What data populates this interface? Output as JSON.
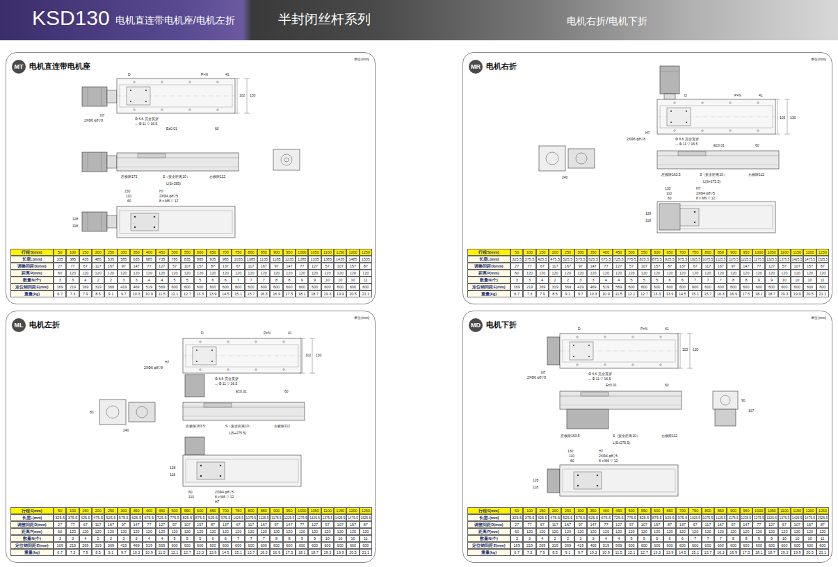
{
  "diagram": {
    "nodes": [
      {
        "text": [
          "KSD130",
          "电机直连带电机座/电机左折",
          "半封闭丝杆系列",
          "电机右折/电机下折"
        ]
      },
      {
        "text": [
          "电机直连带电机座",
          "单位(mm)"
        ]
      },
      {
        "text": [
          "MT"
        ],
        "in": 1
      },
      {
        "text": [
          "电机右折",
          "单位(mm)"
        ]
      },
      {
        "text": [
          "MR"
        ],
        "in": 3
      },
      {
        "text": [
          "电机左折",
          "单位(mm)"
        ]
      },
      {
        "text": [
          "ML"
        ],
        "in": 5
      },
      {
        "text": [
          "电机下折",
          "单位(mm)"
        ]
      },
      {
        "text": [
          "MD"
        ],
        "in": 7
      }
    ],
    "labels": [
      "D",
      "P×N",
      "41",
      "102",
      "130",
      "H7",
      "2XΦ6 φ8▽8",
      "Φ 6.6 完全贯穿",
      "⌴ Φ 11 ▽ 16.5",
      "E±0.01",
      "60",
      "左极限173",
      "S（安全距离10）",
      "右极限112",
      "L(S+285)",
      "130",
      "110",
      "60",
      "H7",
      "2XΦ4 φ8▽5",
      "8 x M6 ▽ 12",
      "128",
      "118",
      "行程S(mm)",
      "50",
      "100",
      "150",
      "200",
      "250",
      "300",
      "350",
      "400",
      "450",
      "500",
      "550",
      "600",
      "650",
      "700",
      "750",
      "800",
      "850",
      "900",
      "950",
      "1000",
      "1050",
      "1100",
      "1150",
      "1200",
      "1250",
      "长度L(mm)",
      "335",
      "385",
      "435",
      "485",
      "535",
      "585",
      "635",
      "685",
      "735",
      "785",
      "835",
      "885",
      "935",
      "985",
      "1035",
      "1085",
      "1135",
      "1185",
      "1235",
      "1285",
      "1335",
      "1385",
      "1435",
      "1485",
      "1535",
      "调整间距D(mm)",
      "27",
      "77",
      "67",
      "117",
      "167",
      "97",
      "147",
      "77",
      "127",
      "57",
      "107",
      "157",
      "87",
      "137",
      "67",
      "117",
      "167",
      "97",
      "147",
      "77",
      "127",
      "57",
      "107",
      "157",
      "87",
      "距离P(mm)",
      "60",
      "120",
      "120",
      "120",
      "120",
      "120",
      "120",
      "120",
      "120",
      "120",
      "120",
      "120",
      "120",
      "120",
      "120",
      "120",
      "120",
      "120",
      "120",
      "120",
      "120",
      "120",
      "120",
      "120",
      "120",
      "数量N(个)",
      "3",
      "3",
      "4",
      "2",
      "2",
      "3",
      "3",
      "4",
      "4",
      "5",
      "5",
      "5",
      "6",
      "6",
      "7",
      "7",
      "7",
      "8",
      "8",
      "9",
      "9",
      "10",
      "10",
      "10",
      "11",
      "定位销间距E(mm)",
      "169",
      "219",
      "269",
      "319",
      "369",
      "419",
      "469",
      "519",
      "569",
      "600",
      "600",
      "600",
      "600",
      "600",
      "600",
      "600",
      "600",
      "600",
      "600",
      "600",
      "600",
      "600",
      "600",
      "600",
      "600",
      "重量(kg)",
      "6.7",
      "7.3",
      "7.9",
      "8.5",
      "9.1",
      "9.7",
      "10.3",
      "10.9",
      "11.5",
      "12.1",
      "12.7",
      "13.3",
      "13.9",
      "14.5",
      "15.1",
      "15.7",
      "16.3",
      "16.9",
      "17.5",
      "18.1",
      "18.7",
      "19.3",
      "19.9",
      "20.5",
      "21.1",
      "D",
      "P×N",
      "41",
      "102",
      "130",
      "H7",
      "2XΦ6 φ8▽8",
      "Φ 6.6 完全贯穿",
      "⌴ Φ 11 ▽ 16.5",
      "E±0.01",
      "60",
      "左极限163.5",
      "S（安全距离10）",
      "右极限112",
      "L(S+275.5)",
      "240",
      "130",
      "110",
      "60",
      "H7",
      "2XΦ4 φ8▽5",
      "8 x M6 ▽ 12",
      "128",
      "118",
      "行程S(mm)",
      "50",
      "100",
      "150",
      "200",
      "250",
      "300",
      "350",
      "400",
      "450",
      "500",
      "550",
      "600",
      "650",
      "700",
      "750",
      "800",
      "850",
      "900",
      "950",
      "1000",
      "1050",
      "1100",
      "1150",
      "1200",
      "1250",
      "长度L(mm)",
      "325.5",
      "375.5",
      "425.5",
      "475.5",
      "525.5",
      "575.5",
      "625.5",
      "675.5",
      "725.5",
      "775.5",
      "825.5",
      "875.5",
      "925.5",
      "975.5",
      "1025.5",
      "1075.5",
      "1125.5",
      "1175.5",
      "1225.5",
      "1275.5",
      "1325.5",
      "1375.5",
      "1425.5",
      "1475.5",
      "1525.5",
      "调整间距D(mm)",
      "27",
      "77",
      "67",
      "117",
      "167",
      "97",
      "147",
      "77",
      "127",
      "57",
      "107",
      "157",
      "87",
      "137",
      "67",
      "117",
      "167",
      "97",
      "147",
      "77",
      "127",
      "57",
      "107",
      "157",
      "87",
      "距离P(mm)",
      "60",
      "120",
      "120",
      "120",
      "120",
      "120",
      "120",
      "120",
      "120",
      "120",
      "120",
      "120",
      "120",
      "120",
      "120",
      "120",
      "120",
      "120",
      "120",
      "120",
      "120",
      "120",
      "120",
      "120",
      "120",
      "数量N(个)",
      "3",
      "3",
      "4",
      "2",
      "2",
      "3",
      "3",
      "4",
      "4",
      "5",
      "5",
      "5",
      "6",
      "6",
      "7",
      "7",
      "7",
      "8",
      "8",
      "9",
      "9",
      "10",
      "10",
      "10",
      "11",
      "定位销间距E(mm)",
      "169",
      "219",
      "269",
      "319",
      "369",
      "419",
      "469",
      "519",
      "569",
      "600",
      "600",
      "600",
      "600",
      "600",
      "600",
      "600",
      "600",
      "600",
      "600",
      "600",
      "600",
      "600",
      "600",
      "600",
      "600",
      "重量(kg)",
      "6.7",
      "7.3",
      "7.9",
      "8.5",
      "9.1",
      "9.7",
      "10.3",
      "10.9",
      "11.5",
      "12.1",
      "12.7",
      "13.3",
      "13.9",
      "14.5",
      "15.1",
      "15.7",
      "16.3",
      "16.9",
      "17.5",
      "18.1",
      "18.7",
      "19.3",
      "19.9",
      "20.5",
      "21.1",
      "D",
      "P×N",
      "41",
      "102",
      "130",
      "H7",
      "2XΦ6 φ8▽8",
      "Φ 6.6 完全贯穿",
      "⌴ Φ 11 ▽ 16.5",
      "E±0.01",
      "60",
      "80",
      "240",
      "左极限163.5",
      "S（安全距离10）",
      "右极限112",
      "L(S+275.5)",
      "60",
      "110",
      "2XΦ4 φ8▽5",
      "8 x M6 ▽ 12",
      "H7",
      "128",
      "118",
      "行程S(mm)",
      "50",
      "100",
      "150",
      "200",
      "250",
      "300",
      "350",
      "400",
      "450",
      "500",
      "550",
      "600",
      "650",
      "700",
      "750",
      "800",
      "850",
      "900",
      "950",
      "1000",
      "1050",
      "1100",
      "1150",
      "1200",
      "1250",
      "长度L(mm)",
      "325.5",
      "375.5",
      "425.5",
      "475.5",
      "525.5",
      "575.5",
      "625.5",
      "675.5",
      "725.5",
      "775.5",
      "825.5",
      "875.5",
      "925.5",
      "975.5",
      "1025.5",
      "1075.5",
      "1125.5",
      "1175.5",
      "1225.5",
      "1275.5",
      "1325.5",
      "1375.5",
      "1425.5",
      "1475.5",
      "1525.5",
      "调整间距D(mm)",
      "27",
      "77",
      "67",
      "117",
      "167",
      "97",
      "147",
      "77",
      "127",
      "57",
      "107",
      "157",
      "87",
      "137",
      "67",
      "117",
      "167",
      "97",
      "147",
      "77",
      "127",
      "57",
      "107",
      "157",
      "87",
      "距离P(mm)",
      "60",
      "120",
      "120",
      "120",
      "120",
      "120",
      "120",
      "120",
      "120",
      "120",
      "120",
      "120",
      "120",
      "120",
      "120",
      "120",
      "120",
      "120",
      "120",
      "120",
      "120",
      "120",
      "120",
      "120",
      "120",
      "数量N(个)",
      "3",
      "3",
      "4",
      "2",
      "2",
      "3",
      "3",
      "4",
      "4",
      "5",
      "5",
      "5",
      "6",
      "6",
      "7",
      "7",
      "7",
      "8",
      "8",
      "9",
      "9",
      "10",
      "10",
      "10",
      "11",
      "定位销间距E(mm)",
      "169",
      "219",
      "269",
      "319",
      "369",
      "419",
      "469",
      "519",
      "569",
      "600",
      "600",
      "600",
      "600",
      "600",
      "600",
      "600",
      "600",
      "600",
      "600",
      "600",
      "600",
      "600",
      "600",
      "600",
      "600",
      "重量(kg)",
      "6.7",
      "7.3",
      "7.9",
      "8.5",
      "9.1",
      "9.7",
      "10.3",
      "10.9",
      "11.5",
      "12.1",
      "12.7",
      "13.3",
      "13.9",
      "14.5",
      "15.1",
      "15.7",
      "16.3",
      "16.9",
      "17.5",
      "18.1",
      "18.7",
      "19.3",
      "19.9",
      "20.5",
      "21.1",
      "D",
      "P×N",
      "41",
      "102",
      "130",
      "H7",
      "2XΦ6 φ8▽8",
      "Φ 6.6 完全贯穿",
      "⌴ Φ 11 ▽ 16.5",
      "E±0.01",
      "60",
      "左极限163.5",
      "S（安全距离10）",
      "右极限112",
      "L(S+275.5)",
      "90",
      "107",
      "130",
      "110",
      "60",
      "H7",
      "2XΦ4 φ8▽5",
      "8 x M6 ▽ 12",
      "128",
      "118",
      "行程S(mm)",
      "50",
      "100",
      "150",
      "200",
      "250",
      "300",
      "350",
      "400",
      "450",
      "500",
      "550",
      "600",
      "650",
      "700",
      "750",
      "800",
      "850",
      "900",
      "950",
      "1000",
      "1050",
      "1100",
      "1150",
      "1200",
      "1250",
      "长度L(mm)",
      "325.5",
      "375.5",
      "425.5",
      "475.5",
      "525.5",
      "575.5",
      "625.5",
      "675.5",
      "725.5",
      "775.5",
      "825.5",
      "875.5",
      "925.5",
      "975.5",
      "1025.5",
      "1075.5",
      "1125.5",
      "1175.5",
      "1225.5",
      "1275.5",
      "1325.5",
      "1375.5",
      "1425.5",
      "1475.5",
      "1525.5",
      "调整间距D(mm)",
      "27",
      "77",
      "67",
      "117",
      "167",
      "97",
      "147",
      "77",
      "127",
      "57",
      "107",
      "157",
      "87",
      "137",
      "67",
      "117",
      "167",
      "97",
      "147",
      "77",
      "127",
      "57",
      "107",
      "157",
      "87",
      "距离P(mm)",
      "60",
      "120",
      "120",
      "120",
      "120",
      "120",
      "120",
      "120",
      "120",
      "120",
      "120",
      "120",
      "120",
      "120",
      "120",
      "120",
      "120",
      "120",
      "120",
      "120",
      "120",
      "120",
      "120",
      "120",
      "120",
      "数量N(个)",
      "3",
      "3",
      "4",
      "2",
      "2",
      "3",
      "3",
      "4",
      "4",
      "5",
      "5",
      "5",
      "6",
      "6",
      "7",
      "7",
      "7",
      "8",
      "8",
      "9",
      "9",
      "10",
      "10",
      "10",
      "11",
      "定位销间距E(mm)",
      "169",
      "219",
      "269",
      "319",
      "369",
      "419",
      "469",
      "519",
      "569",
      "600",
      "600",
      "600",
      "600",
      "600",
      "600",
      "600",
      "600",
      "600",
      "600",
      "600",
      "600",
      "600",
      "600",
      "600",
      "600",
      "重量(kg)",
      "6.7",
      "7.3",
      "7.9",
      "8.5",
      "9.1",
      "9.7",
      "10.3",
      "10.9",
      "11.5",
      "12.1",
      "12.7",
      "13.3",
      "13.9",
      "14.5",
      "15.1",
      "15.7",
      "16.3",
      "16.9",
      "17.5",
      "18.1",
      "18.7",
      "19.3",
      "19.9",
      "20.5",
      "21.1"
    ]
  }
}
